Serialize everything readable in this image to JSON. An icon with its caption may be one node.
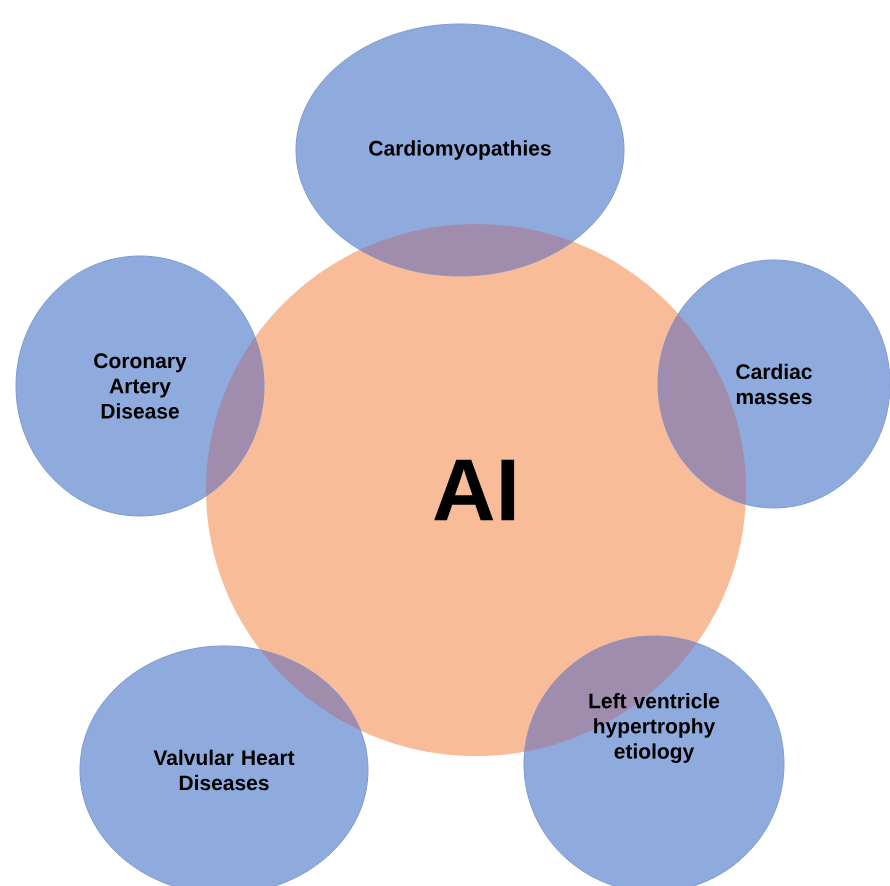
{
  "diagram": {
    "nodes": [
      {
        "text": [
          "AI"
        ]
      },
      {
        "text": [
          "Cardiomyopathies"
        ]
      },
      {
        "text": [
          "Coronary Artery Disease"
        ]
      },
      {
        "text": [
          "Cardiac masses"
        ]
      },
      {
        "text": [
          "Valvular Heart Diseases"
        ]
      },
      {
        "text": [
          "Left ventricle hypertrophy etiology"
        ]
      }
    ]
  }
}
